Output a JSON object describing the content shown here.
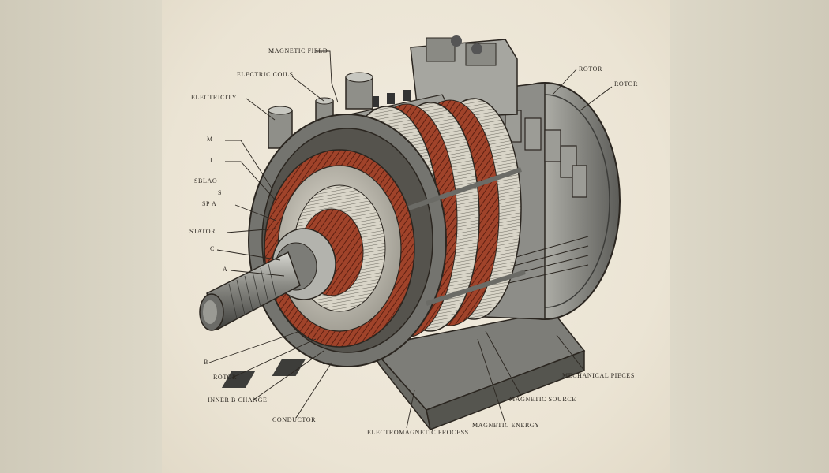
{
  "labels": {
    "magnetic_field": "MAGNETIC FIELD",
    "electric_coils": "ELECTRIC COILS",
    "electricity": "ELECTRICITY",
    "m": "M",
    "i": "I",
    "rotor_top1": "ROTOR",
    "rotor_top2": "ROTOR",
    "sbao": "SBLAO",
    "s": "S",
    "sp_a": "SP A",
    "stator": "STATOR",
    "c": "C",
    "a": "A",
    "b": "B",
    "rotor_bottom": "ROTOR",
    "inner_b": "INNER B CHANGE",
    "conductor": "CONDUCTOR",
    "electromagnetic_process": "ELECTROMAGNETIC PROCESS",
    "magnetic_energy": "MAGNETIC ENERGY",
    "magnetic_source": "MAGNETIC SOURCE",
    "mechanical_pieces": "MECHANICAL PIECES"
  },
  "colors": {
    "paper": "#efe9db",
    "copper": "#a0432a",
    "steel": "#8d8d88",
    "ink": "#2b2620"
  }
}
